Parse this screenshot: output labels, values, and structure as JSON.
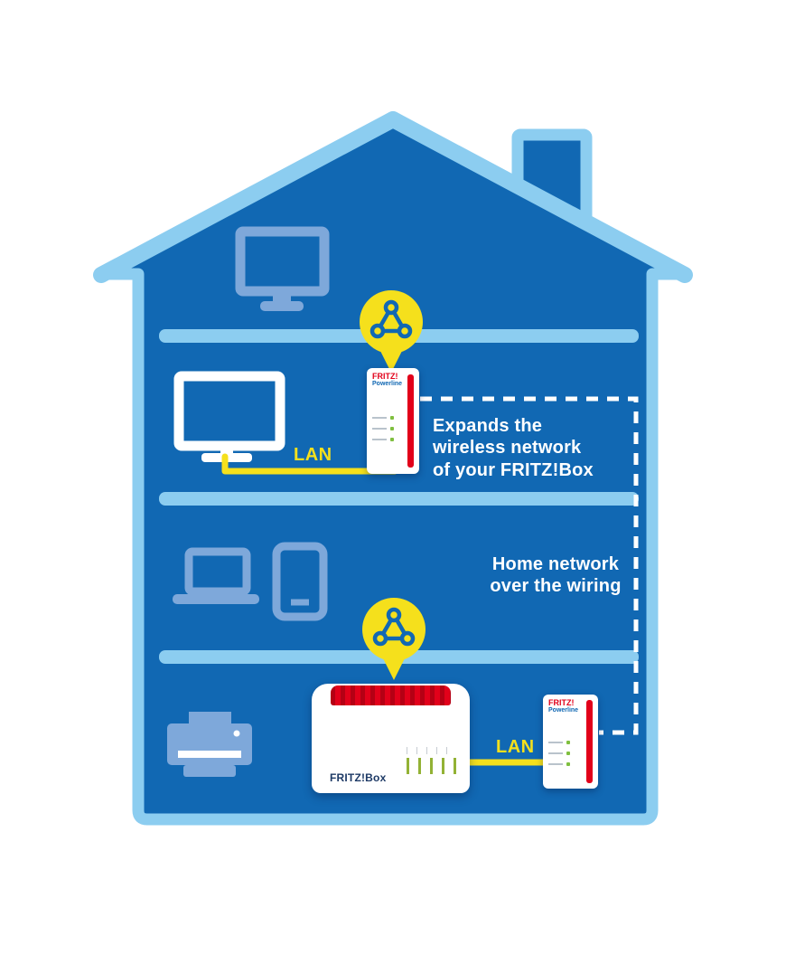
{
  "diagram": {
    "annotations": {
      "expands": "Expands the\nwireless network\nof your FRITZ!Box",
      "home_network": "Home network\nover the wiring"
    },
    "labels": {
      "lan": "LAN"
    },
    "router": {
      "label": "FRITZ!Box"
    },
    "powerline": {
      "brand": "FRITZ!",
      "model": "Powerline"
    },
    "colors": {
      "house_fill": "#1168b3",
      "house_outline": "#8ccdf0",
      "accessory_blue": "#7ea8da",
      "cable_yellow": "#f5e01c",
      "brand_red": "#e2001a",
      "mesh_badge_yellow": "#f5e01c",
      "text_white": "#ffffff"
    }
  }
}
